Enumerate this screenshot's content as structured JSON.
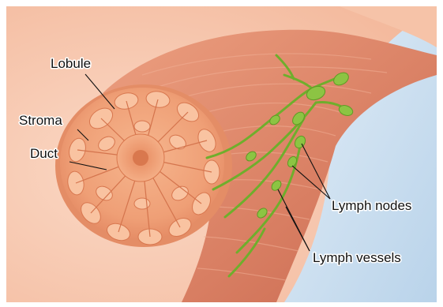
{
  "labels": {
    "lobule": "Lobule",
    "stroma": "Stroma",
    "duct": "Duct",
    "lymph_nodes": "Lymph nodes",
    "lymph_vessels": "Lymph vessels"
  },
  "colors": {
    "background": "#ffffff",
    "skin": "#f8cdb6",
    "muscle": "#df8a6c",
    "axilla": "#c9dff0",
    "gland": "#f0a47d",
    "lymph": "#7db83a",
    "label_text": "#111111"
  }
}
